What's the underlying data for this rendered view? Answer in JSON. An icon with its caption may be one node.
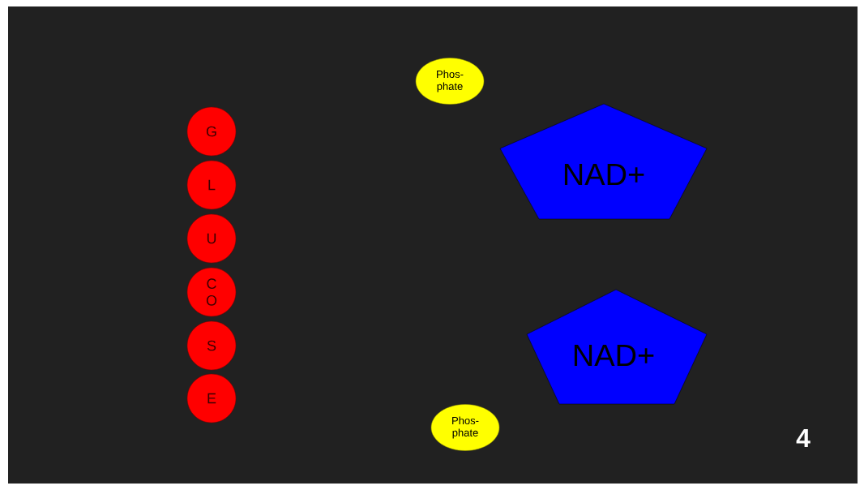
{
  "diagram": {
    "nodes": [
      {
        "text": [
          "G"
        ]
      },
      {
        "text": [
          "L"
        ]
      },
      {
        "text": [
          "U"
        ]
      },
      {
        "text": [
          "C O"
        ]
      },
      {
        "text": [
          "S"
        ]
      },
      {
        "text": [
          "E"
        ]
      },
      {
        "text": [
          "Phos- phate"
        ]
      },
      {
        "text": [
          "NAD+"
        ]
      },
      {
        "text": [
          "NAD+"
        ]
      },
      {
        "text": [
          "Phos- phate"
        ]
      }
    ],
    "labels": [
      "4"
    ]
  }
}
